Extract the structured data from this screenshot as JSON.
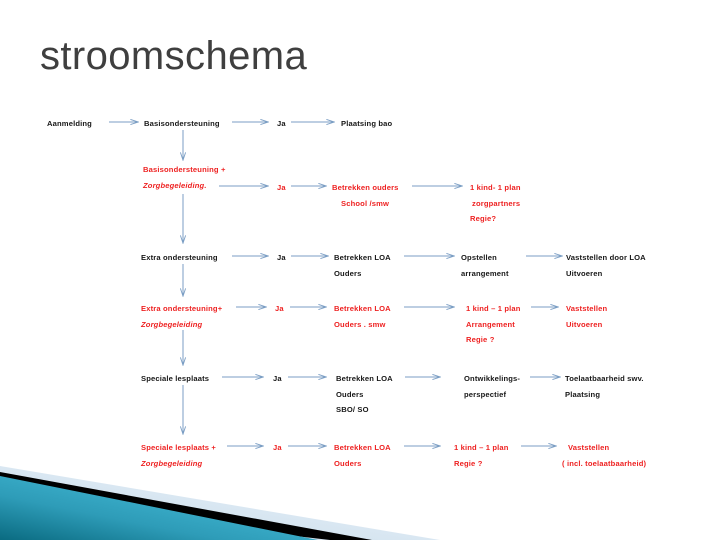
{
  "slide": {
    "title": "stroomschema",
    "title_color": "#3f3f3f",
    "background": "#ffffff"
  },
  "colors": {
    "black_text": "#171717",
    "red_text": "#ee2222",
    "arrow": "#7b9ec4",
    "corner_teal_dark": "#0d7e96",
    "corner_teal_light": "#3aa8c4",
    "corner_black": "#000000",
    "corner_pale": "#d7e5ef"
  },
  "diagram": {
    "type": "flowchart",
    "orientation": "left-to-right rows with vertical escalation connectors",
    "rows": [
      {
        "id": "row-1",
        "color": "black",
        "nodes": [
          {
            "id": "r1n1",
            "lines": [
              "Aanmelding"
            ],
            "italic_lines": []
          },
          {
            "id": "r1n2",
            "lines": [
              "Basisondersteuning"
            ],
            "italic_lines": []
          },
          {
            "id": "r1n3",
            "lines": [
              "Ja"
            ],
            "italic_lines": []
          },
          {
            "id": "r1n4",
            "lines": [
              "Plaatsing bao"
            ],
            "italic_lines": []
          }
        ]
      },
      {
        "id": "row-2",
        "color": "red",
        "nodes": [
          {
            "id": "r2n1",
            "lines": [
              "Basisondersteuning +",
              "Zorgbegeleiding."
            ],
            "italic_lines": [
              1
            ]
          },
          {
            "id": "r2n2",
            "lines": [
              "Ja"
            ],
            "italic_lines": []
          },
          {
            "id": "r2n3",
            "lines": [
              "Betrekken ouders",
              "School  /smw"
            ],
            "italic_lines": []
          },
          {
            "id": "r2n4",
            "lines": [
              "1 kind- 1 plan",
              "zorgpartners",
              "Regie?"
            ],
            "italic_lines": []
          }
        ]
      },
      {
        "id": "row-3",
        "color": "black",
        "nodes": [
          {
            "id": "r3n1",
            "lines": [
              "Extra ondersteuning"
            ],
            "italic_lines": []
          },
          {
            "id": "r3n2",
            "lines": [
              "Ja"
            ],
            "italic_lines": []
          },
          {
            "id": "r3n3",
            "lines": [
              "Betrekken LOA",
              "Ouders"
            ],
            "italic_lines": []
          },
          {
            "id": "r3n4",
            "lines": [
              "Opstellen",
              "arrangement"
            ],
            "italic_lines": []
          },
          {
            "id": "r3n5",
            "lines": [
              "Vaststellen door LOA",
              "Uitvoeren"
            ],
            "italic_lines": []
          }
        ]
      },
      {
        "id": "row-4",
        "color": "red",
        "nodes": [
          {
            "id": "r4n1",
            "lines": [
              "Extra ondersteuning+",
              "Zorgbegeleiding"
            ],
            "italic_lines": [
              1
            ]
          },
          {
            "id": "r4n2",
            "lines": [
              "Ja"
            ],
            "italic_lines": []
          },
          {
            "id": "r4n3",
            "lines": [
              "Betrekken LOA",
              "Ouders . smw"
            ],
            "italic_lines": []
          },
          {
            "id": "r4n4",
            "lines": [
              "1 kind – 1 plan",
              "Arrangement",
              "Regie  ?"
            ],
            "italic_lines": []
          },
          {
            "id": "r4n5",
            "lines": [
              "Vaststellen",
              "Uitvoeren"
            ],
            "italic_lines": []
          }
        ]
      },
      {
        "id": "row-5",
        "color": "black",
        "nodes": [
          {
            "id": "r5n1",
            "lines": [
              "Speciale lesplaats"
            ],
            "italic_lines": []
          },
          {
            "id": "r5n2",
            "lines": [
              "Ja"
            ],
            "italic_lines": []
          },
          {
            "id": "r5n3",
            "lines": [
              "Betrekken LOA",
              "Ouders",
              "SBO/ SO"
            ],
            "italic_lines": []
          },
          {
            "id": "r5n4",
            "lines": [
              "Ontwikkelings-",
              "perspectief"
            ],
            "italic_lines": []
          },
          {
            "id": "r5n5",
            "lines": [
              "Toelaatbaarheid swv.",
              "Plaatsing"
            ],
            "italic_lines": []
          }
        ]
      },
      {
        "id": "row-6",
        "color": "red",
        "nodes": [
          {
            "id": "r6n1",
            "lines": [
              "Speciale lesplaats +",
              "Zorgbegeleiding"
            ],
            "italic_lines": [
              1
            ]
          },
          {
            "id": "r6n2",
            "lines": [
              "Ja"
            ],
            "italic_lines": []
          },
          {
            "id": "r6n3",
            "lines": [
              "Betrekken LOA",
              "Ouders"
            ],
            "italic_lines": []
          },
          {
            "id": "r6n4",
            "lines": [
              "1 kind – 1 plan",
              "Regie ?"
            ],
            "italic_lines": []
          },
          {
            "id": "r6n5",
            "lines": [
              "Vaststellen",
              "( incl. toelaatbaarheid)"
            ],
            "italic_lines": []
          }
        ]
      }
    ],
    "vertical_connectors": [
      {
        "from": "row-1",
        "to": "row-2"
      },
      {
        "from": "row-2",
        "to": "row-3"
      },
      {
        "from": "row-3",
        "to": "row-4"
      },
      {
        "from": "row-4",
        "to": "row-5"
      },
      {
        "from": "row-5",
        "to": "row-6"
      }
    ]
  },
  "nodes": {
    "r1n1": {
      "l0": "Aanmelding"
    },
    "r1n2": {
      "l0": "Basisondersteuning"
    },
    "r1n3": {
      "l0": "Ja"
    },
    "r1n4": {
      "l0": "Plaatsing bao"
    },
    "r2n1": {
      "l0": "Basisondersteuning +",
      "l1": "Zorgbegeleiding."
    },
    "r2n2": {
      "l0": "Ja"
    },
    "r2n3": {
      "l0": "Betrekken ouders",
      "l1": "School  /smw"
    },
    "r2n4": {
      "l0": "1 kind- 1 plan",
      "l1": "zorgpartners",
      "l2": "Regie?"
    },
    "r3n1": {
      "l0": "Extra ondersteuning"
    },
    "r3n2": {
      "l0": "Ja"
    },
    "r3n3": {
      "l0": "Betrekken LOA",
      "l1": "Ouders"
    },
    "r3n4": {
      "l0": "Opstellen",
      "l1": "arrangement"
    },
    "r3n5": {
      "l0": "Vaststellen door LOA",
      "l1": "Uitvoeren"
    },
    "r4n1": {
      "l0": "Extra ondersteuning+",
      "l1": "Zorgbegeleiding"
    },
    "r4n2": {
      "l0": "Ja"
    },
    "r4n3": {
      "l0": "Betrekken LOA",
      "l1": "Ouders . smw"
    },
    "r4n4": {
      "l0": "1 kind – 1 plan",
      "l1": "Arrangement",
      "l2": "Regie  ?"
    },
    "r4n5": {
      "l0": "Vaststellen",
      "l1": "Uitvoeren"
    },
    "r5n1": {
      "l0": "Speciale lesplaats"
    },
    "r5n2": {
      "l0": "Ja"
    },
    "r5n3": {
      "l0": "Betrekken LOA",
      "l1": "Ouders",
      "l2": "SBO/ SO"
    },
    "r5n4": {
      "l0": "Ontwikkelings-",
      "l1": "perspectief"
    },
    "r5n5": {
      "l0": "Toelaatbaarheid swv.",
      "l1": "Plaatsing"
    },
    "r6n1": {
      "l0": "Speciale lesplaats +",
      "l1": "Zorgbegeleiding"
    },
    "r6n2": {
      "l0": "Ja"
    },
    "r6n3": {
      "l0": "Betrekken LOA",
      "l1": "Ouders"
    },
    "r6n4": {
      "l0": "1 kind – 1 plan",
      "l1": "Regie ?"
    },
    "r6n5": {
      "l0": "Vaststellen",
      "l1": "( incl. toelaatbaarheid)"
    }
  }
}
